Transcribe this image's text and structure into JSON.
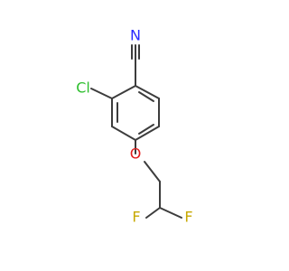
{
  "colors": {
    "carbon_bond": "#3c3c3c",
    "nitrogen": "#2b2bff",
    "oxygen": "#e21b1b",
    "chlorine": "#2fbf2f",
    "fluorine": "#c7a800"
  },
  "atoms": {
    "n_label": "N",
    "cl_label": "Cl",
    "o_label": "O",
    "f1_label": "F",
    "f2_label": "F"
  }
}
